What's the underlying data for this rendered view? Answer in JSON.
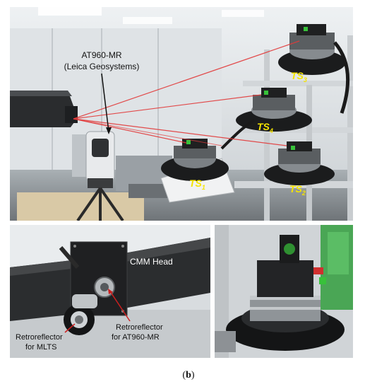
{
  "top_photo": {
    "tracker_label_line1": "AT960-MR",
    "tracker_label_line2": "(Leica Geosystems)",
    "ts1": "TS",
    "ts1_sub": "1",
    "ts2": "TS",
    "ts2_sub": "2",
    "ts3": "TS",
    "ts3_sub": "3",
    "ts4": "TS",
    "ts4_sub": "4"
  },
  "bottom_left_photo": {
    "cmm_head": "CMM Head",
    "retro_mlts_line1": "Retroreflector",
    "retro_mlts_line2": "for MLTS",
    "retro_at_line1": "Retroreflector",
    "retro_at_line2": "for AT960-MR"
  },
  "caption": {
    "open": "(",
    "letter": "b",
    "close": ")"
  },
  "colors": {
    "laser": "#e23a3a",
    "ts_label": "#f5e400",
    "arrow": "#cc1f1f"
  }
}
